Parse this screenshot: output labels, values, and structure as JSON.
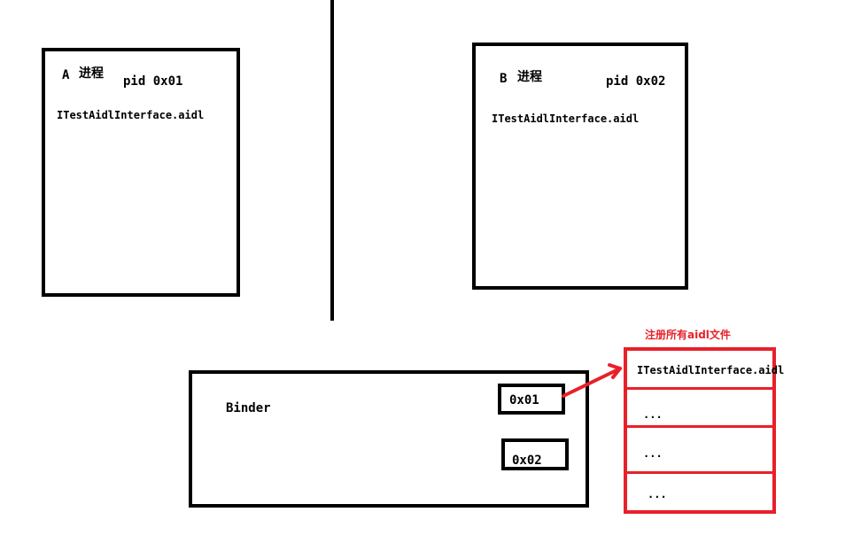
{
  "process_a": {
    "name_prefix": "A",
    "name_suffix": "进程",
    "pid": "pid 0x01",
    "aidl": "ITestAidlInterface.aidl"
  },
  "process_b": {
    "name_prefix": "B",
    "name_suffix": "进程",
    "pid": "pid 0x02",
    "aidl": "ITestAidlInterface.aidl"
  },
  "binder": {
    "label": "Binder",
    "slots": [
      "0x01",
      "0x02"
    ]
  },
  "registry": {
    "title": "注册所有aidl文件",
    "rows": [
      "ITestAidlInterface.aidl",
      "...",
      "...",
      "..."
    ]
  },
  "colors": {
    "outline": "#000000",
    "accent_red": "#e8202a"
  }
}
